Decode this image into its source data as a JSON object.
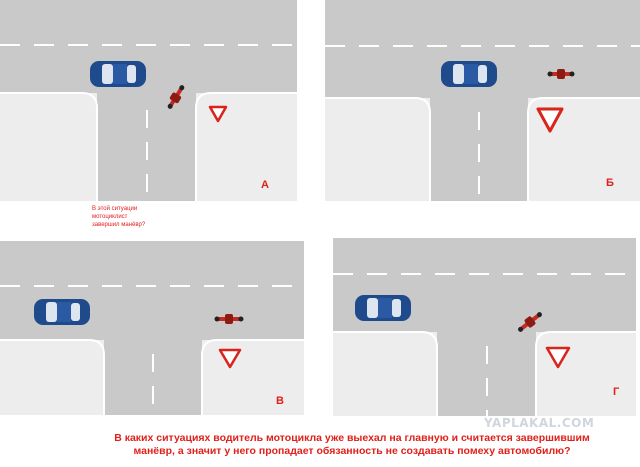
{
  "panels": [
    {
      "id": "a",
      "letter": "А",
      "motorcycle_orientation": "diagonal, entering intersection"
    },
    {
      "id": "b",
      "letter": "Б",
      "motorcycle_orientation": "horizontal, in main road"
    },
    {
      "id": "v",
      "letter": "В",
      "motorcycle_orientation": "horizontal, in main road"
    },
    {
      "id": "g",
      "letter": "Г",
      "motorcycle_orientation": "diagonal, in main road"
    }
  ],
  "note_lines": [
    "В этой ситуации",
    "мотоциклист",
    "завершил манёвр?"
  ],
  "question_lines": [
    "В каких ситуациях водитель мотоцикла уже выехал на главную и считается завершившим",
    "манёвр, а значит у него пропадает обязанность не создавать помеху автомобилю?"
  ],
  "watermark": "YAPLAKAL.COM",
  "colors": {
    "road": "#c9c9c9",
    "sidewalk": "#ededed",
    "curb": "#ffffff",
    "car_body": "#1f4a8c",
    "car_glass": "#dde6f0",
    "motorcycle": "#c42a22",
    "yield_sign": "#d9231b",
    "text_red": "#e0201b"
  }
}
